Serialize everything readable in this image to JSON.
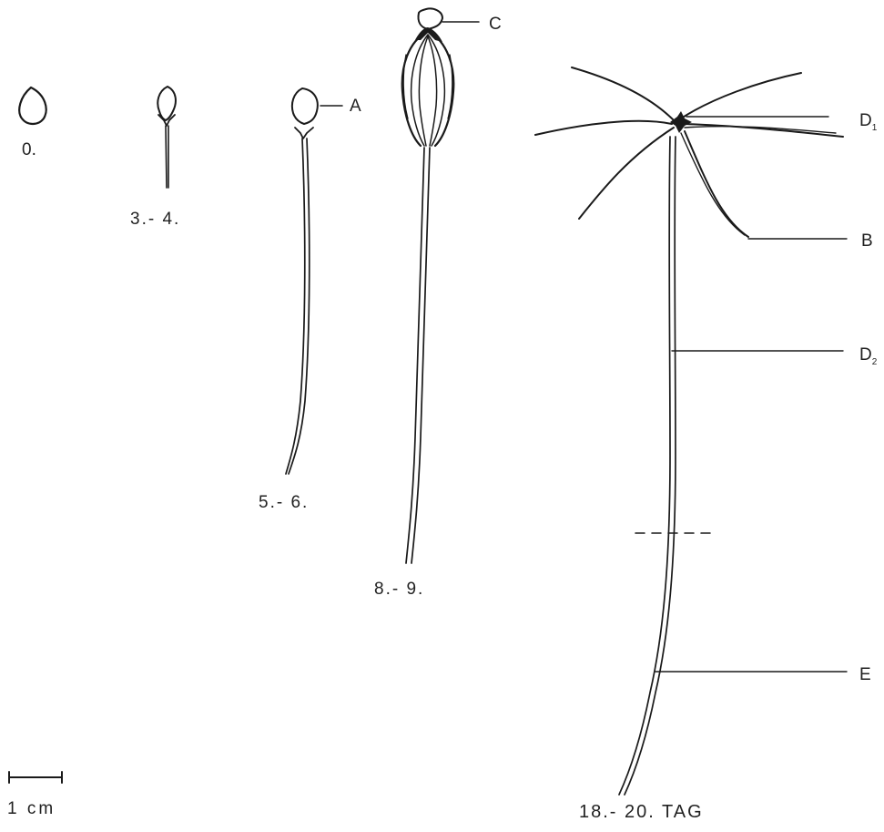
{
  "stages": {
    "s0": "0.",
    "s1": "3.- 4.",
    "s2": "5.- 6.",
    "s3": "8.- 9.",
    "s4": "18.- 20. TAG"
  },
  "labels": {
    "A": "A",
    "B": "B",
    "C": "C",
    "D1": "D",
    "D1_sub": "1",
    "D2": "D",
    "D2_sub": "2",
    "E": "E"
  },
  "scale": {
    "label": "1 cm"
  }
}
